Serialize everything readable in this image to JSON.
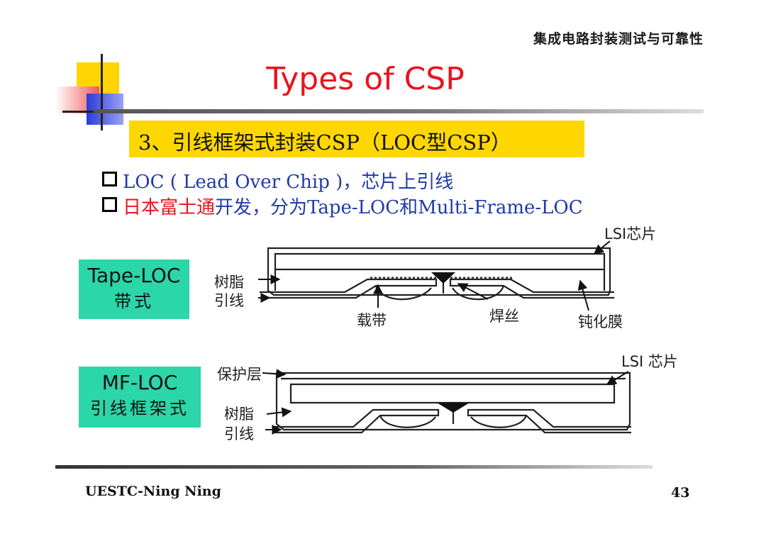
{
  "header": {
    "course": "集成电路封装测试与可靠性"
  },
  "title": "Types of CSP",
  "subtitle": "3、引线框架式封装CSP（LOC型CSP）",
  "bullets": [
    {
      "segments": [
        {
          "text": "LOC ( Lead Over Chip )，芯片上引线",
          "color": "#1f3aaa"
        }
      ]
    },
    {
      "segments": [
        {
          "text": "日本富士通",
          "color": "#e8141e"
        },
        {
          "text": "开发，分为Tape-LOC和Multi-Frame-LOC",
          "color": "#1f3aaa"
        }
      ]
    }
  ],
  "diagrams": {
    "tape_loc": {
      "label_en": "Tape-LOC",
      "label_cn": "带式",
      "annotations": {
        "chip": "LSI芯片",
        "resin": "树脂",
        "lead": "引线",
        "tape": "载带",
        "wire": "焊丝",
        "passivation": "钝化膜"
      }
    },
    "mf_loc": {
      "label_en": "MF-LOC",
      "label_cn": "引线框架式",
      "annotations": {
        "chip": "LSI 芯片",
        "protect": "保护层",
        "resin": "树脂",
        "lead": "引线"
      }
    }
  },
  "colors": {
    "title": "#e8141e",
    "subtitle_bg": "#ffd700",
    "label_bg": "#2bd6a8",
    "bullet_text": "#1f3aaa"
  },
  "footer": {
    "author": "UESTC-Ning Ning",
    "page": "43"
  }
}
